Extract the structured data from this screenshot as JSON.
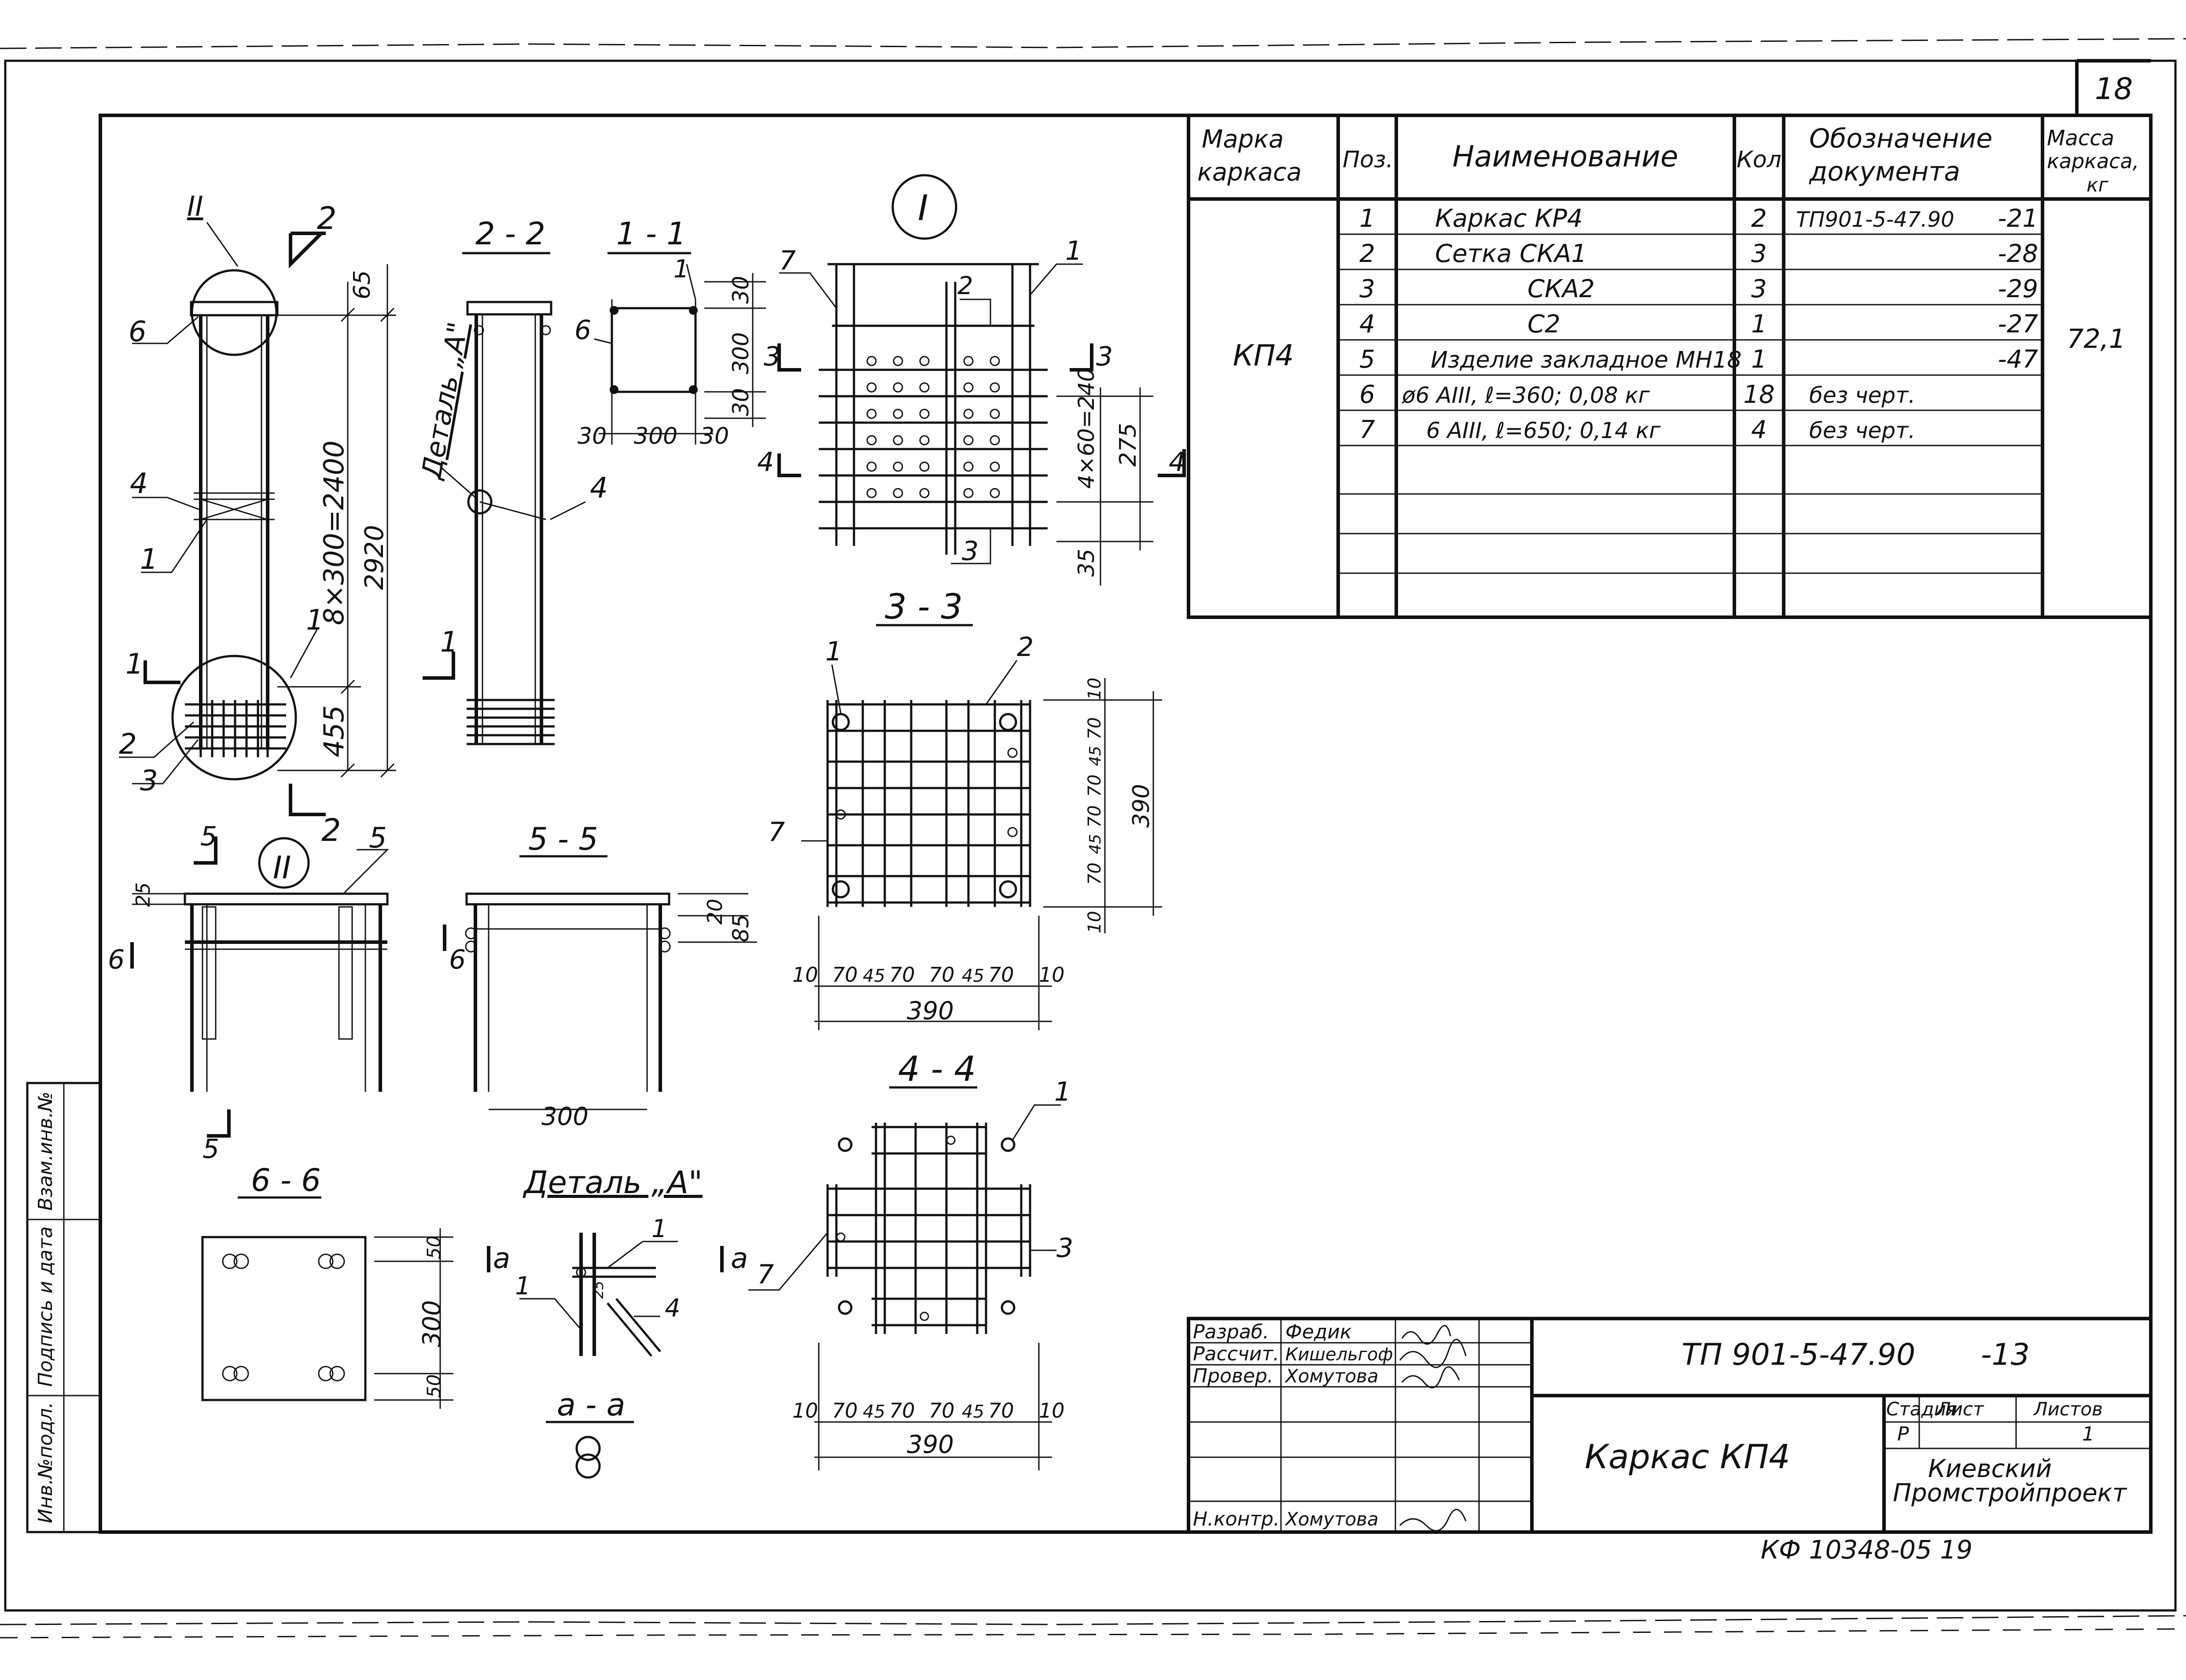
{
  "sheet": {
    "number": "18",
    "archive_code": "КФ 10348-05  19"
  },
  "spec_table": {
    "headers": {
      "mark": [
        "Марка",
        "каркаса"
      ],
      "pos": "Поз.",
      "name": "Наименование",
      "qty": "Кол.",
      "doc": [
        "Обозначение",
        "документа"
      ],
      "mass": [
        "Масса",
        "каркаса,",
        "кг"
      ]
    },
    "mark": "КП4",
    "mass": "72,1",
    "rows": [
      {
        "pos": "1",
        "name": "Каркас  КР4",
        "qty": "2",
        "doc": "ТП901-5-47.90",
        "sheet": "-21"
      },
      {
        "pos": "2",
        "name": "Сетка  СКА1",
        "qty": "3",
        "doc": "",
        "sheet": "-28"
      },
      {
        "pos": "3",
        "name": "СКА2",
        "qty": "3",
        "doc": "",
        "sheet": "-29"
      },
      {
        "pos": "4",
        "name": "С2",
        "qty": "1",
        "doc": "",
        "sheet": "-27"
      },
      {
        "pos": "5",
        "name": "Изделие закладное МН18",
        "qty": "1",
        "doc": "",
        "sheet": "-47"
      },
      {
        "pos": "6",
        "name": "ø6 АIII,  ℓ=360;  0,08 кг",
        "qty": "18",
        "doc": "без черт.",
        "sheet": ""
      },
      {
        "pos": "7",
        "name": "6  АIII,  ℓ=650;  0,14 кг",
        "qty": "4",
        "doc": "без черт.",
        "sheet": ""
      }
    ]
  },
  "title_block": {
    "designation": "ТП 901-5-47.90",
    "sheet_suffix": "-13",
    "object_title": "Каркас КП4",
    "stage_label": "Стадия",
    "sheet_label": "Лист",
    "sheets_label": "Листов",
    "stage": "Р",
    "sheets": "1",
    "organization": [
      "Киевский",
      "Промстройпроект"
    ],
    "people": [
      {
        "role": "Разраб.",
        "name": "Федик"
      },
      {
        "role": "Рассчит.",
        "name": "Кишельгоф"
      },
      {
        "role": "Провер.",
        "name": "Хомутова"
      },
      {
        "role": "",
        "name": ""
      },
      {
        "role": "",
        "name": ""
      },
      {
        "role": "",
        "name": ""
      },
      {
        "role": "Н.контр.",
        "name": "Хомутова"
      }
    ]
  },
  "side_stamp": {
    "inv_orig": "Инв.№подл.",
    "sign_date": "Подпись и дата",
    "inv_replace": "Взам.инв.№"
  },
  "views": {
    "main": {
      "detail_ref": "II",
      "cut_label": "2",
      "cut_label_bottom": "2",
      "section_1": "1",
      "dims": [
        "65",
        "8×300=2400",
        "2920",
        "455"
      ],
      "callouts": [
        "6",
        "4",
        "1",
        "1",
        "2",
        "3"
      ]
    },
    "sec_2_2": {
      "title": "2 - 2",
      "detail": "Деталь „А\"",
      "callout": "4",
      "cut": "1"
    },
    "sec_1_1": {
      "title": "1 - 1",
      "dims": [
        "30",
        "300",
        "30",
        "30",
        "300",
        "30"
      ],
      "callouts": [
        "1",
        "6"
      ]
    },
    "detail_I": {
      "title": "I",
      "dims": [
        "4×60=240",
        "275",
        "35"
      ],
      "callouts": [
        "7",
        "1",
        "2",
        "3"
      ],
      "cuts": [
        "3",
        "3",
        "4",
        "4"
      ]
    },
    "sec_3_3": {
      "title": "3 - 3",
      "dims_h": [
        "10",
        "70",
        "45",
        "70",
        "70",
        "45",
        "70",
        "10"
      ],
      "total_h": "390",
      "dims_v": [
        "10",
        "70",
        "45",
        "70",
        "70",
        "45",
        "70",
        "10"
      ],
      "total_v": "390",
      "callouts": [
        "1",
        "2",
        "7"
      ]
    },
    "detail_II": {
      "title": "II",
      "cut5": "5",
      "cut5b": "5",
      "cut6": "6",
      "dims": [
        "25"
      ],
      "callout": "5"
    },
    "sec_5_5": {
      "title": "5 - 5",
      "dims": [
        "20",
        "85",
        "300"
      ],
      "cut6": "6"
    },
    "sec_4_4": {
      "title": "4 - 4",
      "dims_h": [
        "10",
        "70",
        "45",
        "70",
        "70",
        "45",
        "70",
        "10"
      ],
      "total_h": "390",
      "callouts": [
        "1",
        "3",
        "7"
      ]
    },
    "sec_6_6": {
      "title": "6 - 6",
      "dims": [
        "50",
        "300",
        "50"
      ]
    },
    "detail_A": {
      "title": "Деталь „А\"",
      "callouts": [
        "1",
        "1",
        "4"
      ],
      "cut": "а",
      "dim": "25"
    },
    "sec_a_a": {
      "title": "а - а"
    }
  }
}
